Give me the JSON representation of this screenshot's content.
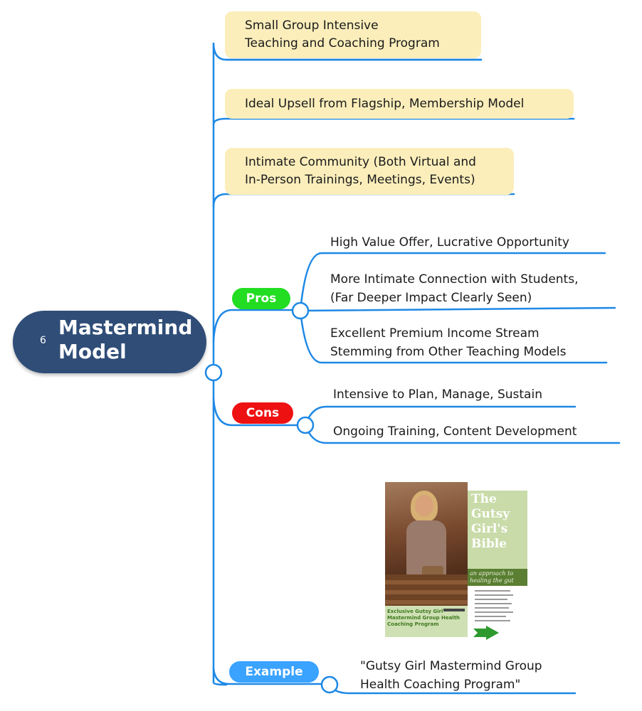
{
  "central": {
    "number": "6",
    "title": "Mastermind\nModel"
  },
  "notes": [
    "Small Group Intensive\nTeaching and Coaching Program",
    "Ideal Upsell from Flagship, Membership Model",
    "Intimate Community (Both Virtual and\nIn-Person Trainings, Meetings, Events)"
  ],
  "pros": {
    "label": "Pros",
    "items": [
      "High Value Offer, Lucrative Opportunity",
      "More Intimate Connection with Students,\n(Far Deeper Impact Clearly Seen)",
      "Excellent Premium Income Stream\nStemming from Other Teaching Models"
    ]
  },
  "cons": {
    "label": "Cons",
    "items": [
      "Intensive to Plan, Manage, Sustain",
      "Ongoing Training, Content Development"
    ]
  },
  "example": {
    "label": "Example",
    "text": "\"Gutsy Girl Mastermind Group\nHealth Coaching Program\"",
    "cover": {
      "title": "The\nGutsy\nGirl's\nBible",
      "subtitle": "an approach to\nhealing the gut",
      "bottom_text": "Exclusive Gutsy Girl\nMastermind Group Health\nCoaching Program"
    }
  },
  "colors": {
    "central": "#2f4d77",
    "connector": "#1e88e5",
    "note_bg": "#fbeebb",
    "pros": "#22dd22",
    "cons": "#ee1111",
    "example": "#3aa2ff"
  }
}
